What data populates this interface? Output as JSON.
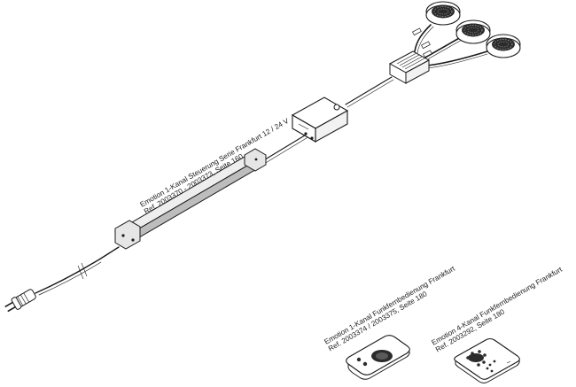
{
  "labels": {
    "controller_line1": "Emotion 1-Kanal Steuerung Serie Frankfurt 12 / 24 V",
    "controller_line2": "Ref. 2003370 - 2003373, Seite 160",
    "remote1_line1": "Emotion 1-Kanal Funkfernbedienung Frankfurt",
    "remote1_line2": "Ref. 2003374 / 2003375, Seite 180",
    "remote4_line1": "Emotion 4-Kanal Funkfernbedienung Frankfurt",
    "remote4_line2": "Ref. 2003292, Seite 180"
  },
  "colors": {
    "ink": "#1a1a1a",
    "driver_fill": "#e3e3e3",
    "driver_dark": "#bdbdbd",
    "led_ring": "#2b2b2b",
    "background": "#ffffff"
  },
  "icons": [
    "eu-plug-icon",
    "led-driver-icon",
    "controller-box-icon",
    "distributor-icon",
    "spotlight-icon",
    "remote-control-icon"
  ]
}
